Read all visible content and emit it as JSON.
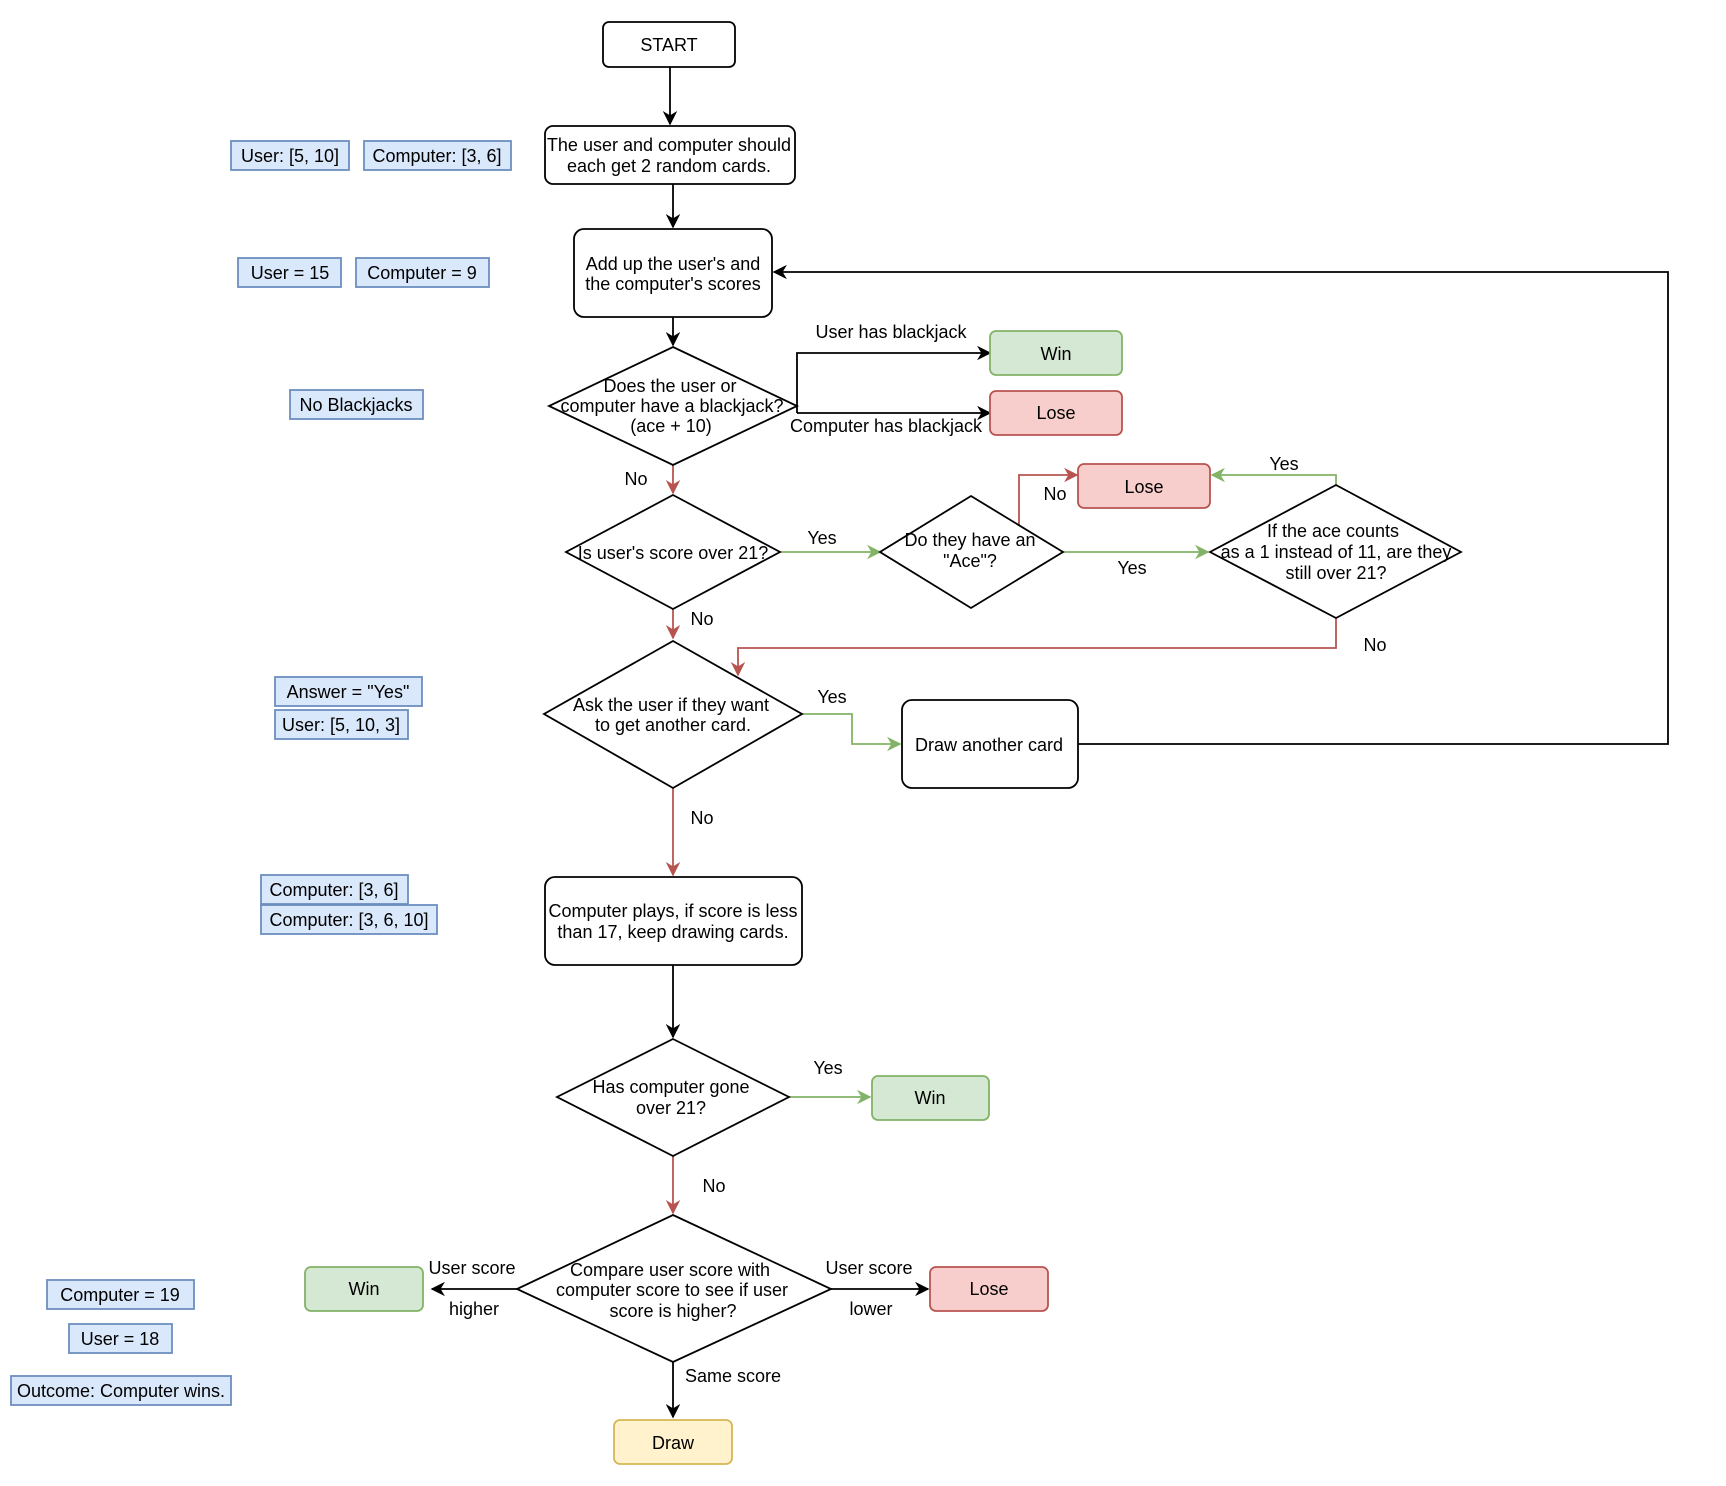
{
  "colors": {
    "win_fill": "#d5e8d4",
    "win_stroke": "#82b366",
    "lose_fill": "#f8cecc",
    "lose_stroke": "#b85450",
    "draw_fill": "#fff2cc",
    "draw_stroke": "#d6b656",
    "note_fill": "#dae8fc",
    "note_stroke": "#6c8ebf",
    "yes_edge": "#82b366",
    "no_edge": "#b85450"
  },
  "nodes": {
    "start": "START",
    "deal": [
      "The user and computer should",
      "each get 2 random cards."
    ],
    "add_scores": [
      "Add up the user's and",
      "the computer's scores"
    ],
    "blackjack_check": [
      "Does the user or",
      "computer have a blackjack?",
      "(ace + 10)"
    ],
    "over21": "Is user's score over 21?",
    "have_ace": [
      "Do they have an",
      "\"Ace\"?"
    ],
    "ace_check": [
      "If the ace counts",
      "as a 1 instead of 11, are they",
      "still over 21?"
    ],
    "ask_card": [
      "Ask the user if they want",
      "to get another card."
    ],
    "draw_card": "Draw another card",
    "computer_plays": [
      "Computer plays, if score is less",
      "than 17, keep drawing cards."
    ],
    "computer_over21": [
      "Has computer gone",
      "over 21?"
    ],
    "compare": [
      "Compare user score with",
      "computer score to see if user",
      "score is higher?"
    ]
  },
  "outcomes": {
    "win_blackjack": "Win",
    "lose_blackjack": "Lose",
    "lose_ace": "Lose",
    "win_computer_bust": "Win",
    "win_higher": "Win",
    "lose_lower": "Lose",
    "draw": "Draw"
  },
  "edge_labels": {
    "user_blackjack": "User has blackjack",
    "computer_blackjack": "Computer has blackjack",
    "no_blackjack": "No",
    "over21_yes": "Yes",
    "over21_no": "No",
    "ace_no": "No",
    "ace_yes": "Yes",
    "ace_check_yes": "Yes",
    "ace_check_no": "No",
    "another_yes": "Yes",
    "another_no": "No",
    "computer_over_yes": "Yes",
    "computer_over_no": "No",
    "higher_1": "User score",
    "higher_2": "higher",
    "lower_1": "User score",
    "lower_2": "lower",
    "same": "Same score"
  },
  "notes": {
    "user_cards": "User: [5, 10]",
    "computer_cards": "Computer: [3, 6]",
    "user_score": "User = 15",
    "computer_score": "Computer = 9",
    "no_blackjacks": "No Blackjacks",
    "answer_yes": "Answer = \"Yes\"",
    "user_cards_3": "User: [5, 10, 3]",
    "computer_cards_2": "Computer: [3, 6]",
    "computer_cards_3": "Computer: [3, 6, 10]",
    "computer_final": "Computer = 19",
    "user_final": "User = 18",
    "outcome": "Outcome: Computer wins."
  }
}
